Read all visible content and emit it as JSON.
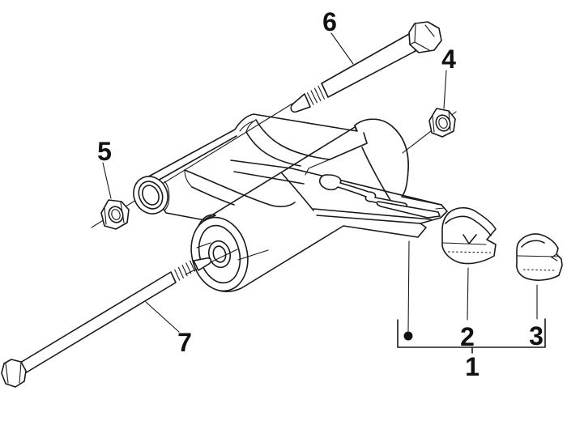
{
  "diagram": {
    "background": "#ffffff",
    "line_color": "#1a1a1a",
    "text_color": "#111111",
    "callouts": {
      "c1": "1",
      "c2": "2",
      "c3": "3",
      "c4": "4",
      "c5": "5",
      "c6": "6",
      "c7": "7"
    },
    "marker": "group-dot"
  }
}
